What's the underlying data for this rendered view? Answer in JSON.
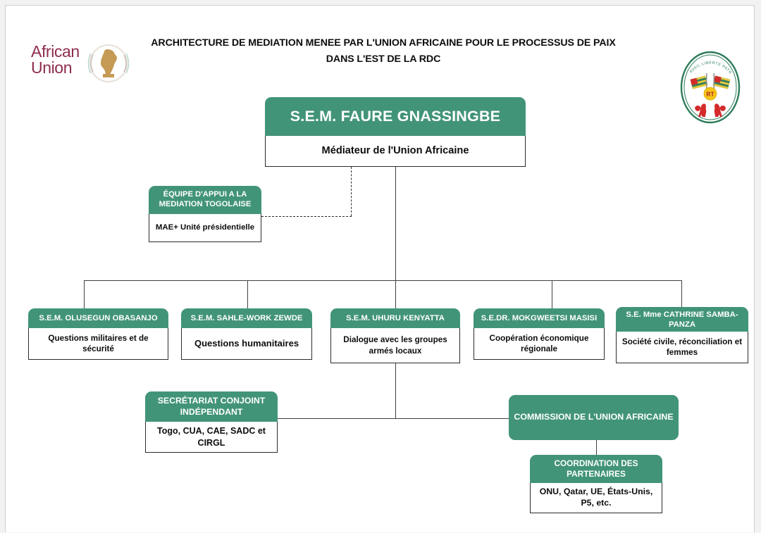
{
  "document": {
    "title_line1": "ARCHITECTURE DE MEDIATION MENEE PAR L'UNION AFRICAINE POUR LE PROCESSUS DE PAIX",
    "title_line2": "DANS L'EST DE LA RDC"
  },
  "logos": {
    "african_union": {
      "line1": "African",
      "line2": "Union",
      "text_color": "#8e2c4e",
      "emblem_color": "#c49a55"
    },
    "togo_crest": {
      "motto": "TRAVAIL LIBERTE PATRIE",
      "monogram": "RT",
      "border_color": "#2e7d5b",
      "lion_color": "#d42a2a",
      "monogram_bg": "#f5c518"
    }
  },
  "theme": {
    "green": "#429478",
    "line": "#404040",
    "text_dark": "#0d0d0d",
    "page_bg": "#ffffff"
  },
  "nodes": {
    "root": {
      "header": "S.E.M. FAURE GNASSINGBE",
      "body": "Médiateur de l'Union Africaine"
    },
    "togo_team": {
      "header": "ÉQUIPE D'APPUI A LA MEDIATION TOGOLAISE",
      "body": "MAE+ Unité présidentielle"
    },
    "obasanjo": {
      "header": "S.E.M. OLUSEGUN OBASANJO",
      "body": "Questions militaires et de sécurité"
    },
    "zewde": {
      "header": "S.E.M. SAHLE-WORK ZEWDE",
      "body": "Questions humanitaires"
    },
    "kenyatta": {
      "header": "S.E.M. UHURU KENYATTA",
      "body": "Dialogue avec les groupes armés locaux"
    },
    "masisi": {
      "header": "S.E.DR. MOKGWEETSI MASISI",
      "body": "Coopération économique régionale"
    },
    "samba_panza": {
      "header": "S.E. Mme CATHRINE SAMBA-PANZA",
      "body": "Société civile, réconciliation et femmes"
    },
    "secretariat": {
      "header": "SECRÉTARIAT CONJOINT INDÉPENDANT",
      "body": "Togo, CUA, CAE, SADC et CIRGL"
    },
    "commission": {
      "header": "COMMISSION DE L'UNION AFRICAINE"
    },
    "coordination": {
      "header": "COORDINATION DES PARTENAIRES",
      "body": "ONU, Qatar, UE, États-Unis, P5, etc."
    }
  }
}
